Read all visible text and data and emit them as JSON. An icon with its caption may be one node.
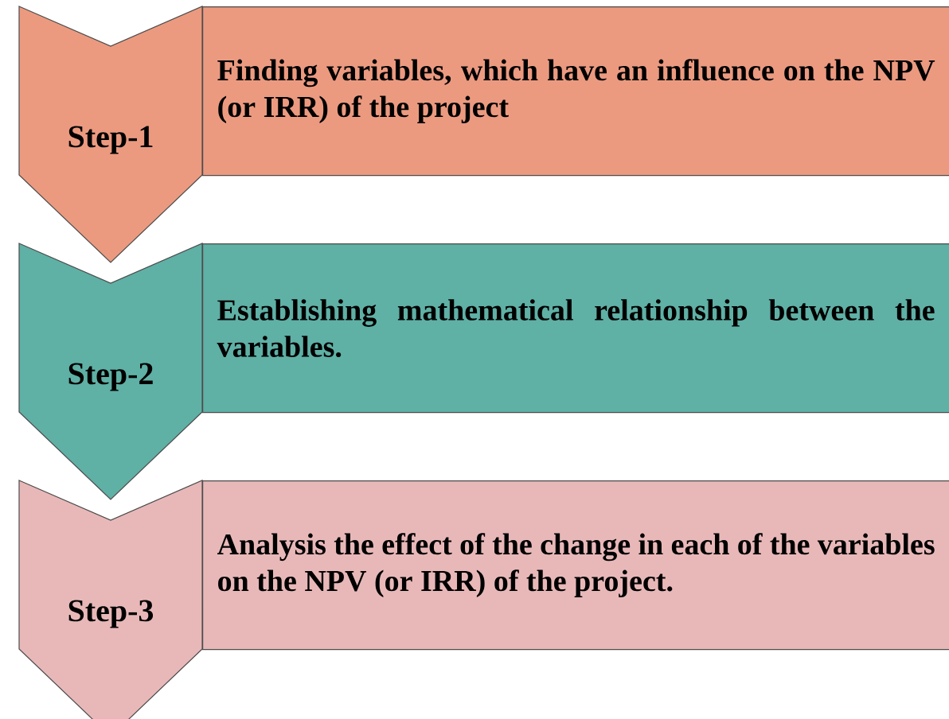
{
  "diagram": {
    "nodes": [
      {
        "text": [
          "Step-1"
        ]
      },
      {
        "text": [
          "Finding variables, which have an influence on the NPV (or IRR) of the project"
        ]
      },
      {
        "text": [
          "Step-2"
        ]
      },
      {
        "text": [
          "Establishing mathematical relationship between the variables."
        ]
      },
      {
        "text": [
          "Step-3"
        ]
      },
      {
        "text": [
          "Analysis the effect of the change in each of the variables on the NPV (or IRR) of the project."
        ]
      }
    ]
  }
}
